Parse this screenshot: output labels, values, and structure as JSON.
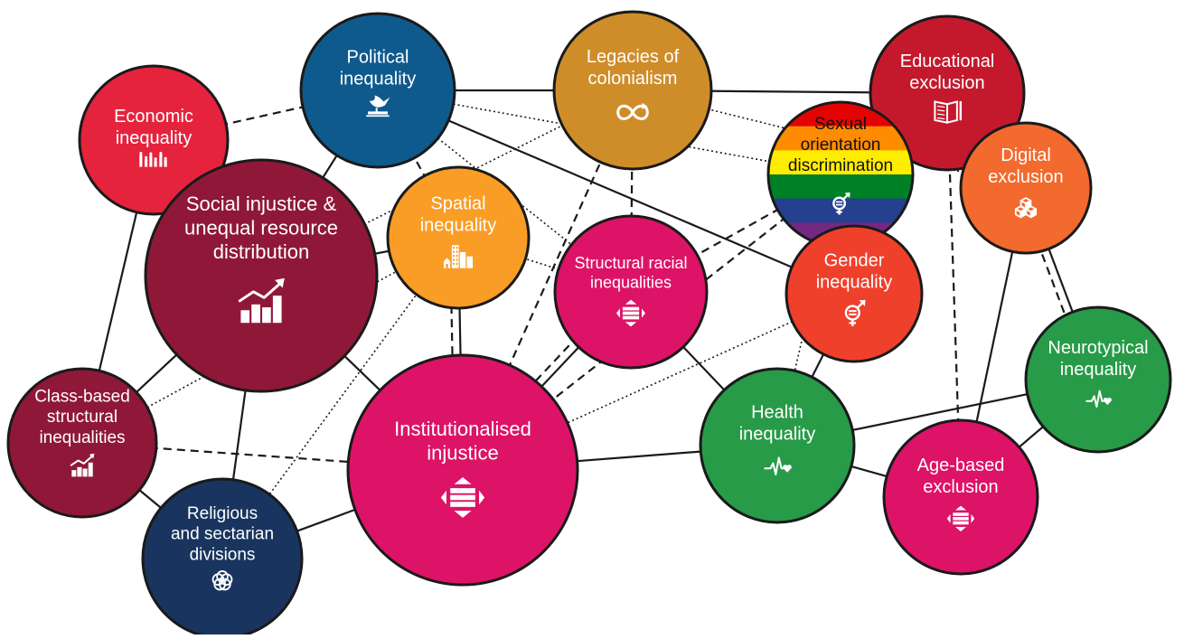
{
  "nodes": [
    {
      "id": "economic",
      "lines": [
        "Economic",
        "inequality"
      ],
      "icon": "family-icon",
      "color": "#e5233d",
      "text_color": "#ffffff"
    },
    {
      "id": "political",
      "lines": [
        "Political",
        "inequality"
      ],
      "icon": "dove-gavel-icon",
      "color": "#0f5a8d",
      "text_color": "#ffffff"
    },
    {
      "id": "colonialism",
      "lines": [
        "Legacies of",
        "colonialism"
      ],
      "icon": "infinity-icon",
      "color": "#cf8d2a",
      "text_color": "#ffffff"
    },
    {
      "id": "educational",
      "lines": [
        "Educational",
        "exclusion"
      ],
      "icon": "book-icon",
      "color": "#c4192d",
      "text_color": "#ffffff"
    },
    {
      "id": "sexual",
      "lines": [
        "Sexual",
        "orientation",
        "discrimination"
      ],
      "icon": "gender-equal-icon",
      "color": "rainbow",
      "text_color": "#111111"
    },
    {
      "id": "digital",
      "lines": [
        "Digital",
        "exclusion"
      ],
      "icon": "cubes-icon",
      "color": "#f26a2d",
      "text_color": "#ffffff"
    },
    {
      "id": "social",
      "lines": [
        "Social injustice &",
        "unequal resource",
        "distribution"
      ],
      "icon": "rising-chart-icon",
      "color": "#8f1838",
      "text_color": "#ffffff"
    },
    {
      "id": "spatial",
      "lines": [
        "Spatial",
        "inequality"
      ],
      "icon": "buildings-icon",
      "color": "#f99d26",
      "text_color": "#ffffff"
    },
    {
      "id": "racial",
      "lines": [
        "Structural racial",
        "inequalities"
      ],
      "icon": "equality-arrows-icon",
      "color": "#dd1367",
      "text_color": "#ffffff"
    },
    {
      "id": "gender",
      "lines": [
        "Gender",
        "inequality"
      ],
      "icon": "gender-equal-icon",
      "color": "#ef402b",
      "text_color": "#ffffff"
    },
    {
      "id": "neurotypical",
      "lines": [
        "Neurotypical",
        "inequality"
      ],
      "icon": "heartbeat-icon",
      "color": "#279b48",
      "text_color": "#ffffff"
    },
    {
      "id": "class",
      "lines": [
        "Class-based",
        "structural",
        "inequalities"
      ],
      "icon": "rising-chart-icon",
      "color": "#8f1838",
      "text_color": "#ffffff"
    },
    {
      "id": "religious",
      "lines": [
        "Religious",
        "and sectarian",
        "divisions"
      ],
      "icon": "rings-icon",
      "color": "#19355f",
      "text_color": "#ffffff"
    },
    {
      "id": "institutional",
      "lines": [
        "Institutionalised",
        "injustice"
      ],
      "icon": "equality-arrows-icon",
      "color": "#dd1367",
      "text_color": "#ffffff"
    },
    {
      "id": "health",
      "lines": [
        "Health",
        "inequality"
      ],
      "icon": "heartbeat-icon",
      "color": "#279b48",
      "text_color": "#ffffff"
    },
    {
      "id": "age",
      "lines": [
        "Age-based",
        "exclusion"
      ],
      "icon": "equality-arrows-icon",
      "color": "#dd1367",
      "text_color": "#ffffff"
    }
  ],
  "edges": [
    {
      "from": "economic",
      "to": "political",
      "style": "dashed"
    },
    {
      "from": "economic",
      "to": "class",
      "style": "solid"
    },
    {
      "from": "political",
      "to": "colonialism",
      "style": "solid"
    },
    {
      "from": "political",
      "to": "social",
      "style": "solid"
    },
    {
      "from": "political",
      "to": "spatial",
      "style": "dashed"
    },
    {
      "from": "political",
      "to": "gender",
      "style": "solid"
    },
    {
      "from": "political",
      "to": "sexual",
      "style": "dotted"
    },
    {
      "from": "political",
      "to": "racial",
      "style": "dotted"
    },
    {
      "from": "colonialism",
      "to": "educational",
      "style": "solid"
    },
    {
      "from": "colonialism",
      "to": "social",
      "style": "dotted"
    },
    {
      "from": "colonialism",
      "to": "racial",
      "style": "dashed"
    },
    {
      "from": "colonialism",
      "to": "institutional",
      "style": "dashed"
    },
    {
      "from": "colonialism",
      "to": "digital",
      "style": "dotted"
    },
    {
      "from": "social",
      "to": "spatial",
      "style": "solid"
    },
    {
      "from": "social",
      "to": "class",
      "style": "solid"
    },
    {
      "from": "social",
      "to": "religious",
      "style": "solid"
    },
    {
      "from": "social",
      "to": "institutional",
      "style": "solid"
    },
    {
      "from": "spatial",
      "to": "racial",
      "style": "dotted"
    },
    {
      "from": "spatial",
      "to": "institutional",
      "style": "solid"
    },
    {
      "from": "spatial",
      "to": "institutional",
      "style": "dashed"
    },
    {
      "from": "spatial",
      "to": "class",
      "style": "dotted"
    },
    {
      "from": "spatial",
      "to": "religious",
      "style": "dotted"
    },
    {
      "from": "racial",
      "to": "institutional",
      "style": "solid"
    },
    {
      "from": "racial",
      "to": "institutional",
      "style": "dashed"
    },
    {
      "from": "racial",
      "to": "health",
      "style": "solid"
    },
    {
      "from": "racial",
      "to": "sexual",
      "style": "dashed"
    },
    {
      "from": "sexual",
      "to": "institutional",
      "style": "dashed"
    },
    {
      "from": "sexual",
      "to": "health",
      "style": "dotted"
    },
    {
      "from": "gender",
      "to": "institutional",
      "style": "dotted"
    },
    {
      "from": "gender",
      "to": "health",
      "style": "solid"
    },
    {
      "from": "educational",
      "to": "age",
      "style": "dashed"
    },
    {
      "from": "digital",
      "to": "neurotypical",
      "style": "solid"
    },
    {
      "from": "digital",
      "to": "neurotypical",
      "style": "dashed"
    },
    {
      "from": "digital",
      "to": "age",
      "style": "solid"
    },
    {
      "from": "neurotypical",
      "to": "health",
      "style": "solid"
    },
    {
      "from": "neurotypical",
      "to": "age",
      "style": "solid"
    },
    {
      "from": "health",
      "to": "age",
      "style": "solid"
    },
    {
      "from": "health",
      "to": "institutional",
      "style": "solid"
    },
    {
      "from": "class",
      "to": "religious",
      "style": "solid"
    },
    {
      "from": "class",
      "to": "institutional",
      "style": "dashed"
    },
    {
      "from": "religious",
      "to": "institutional",
      "style": "solid"
    }
  ]
}
